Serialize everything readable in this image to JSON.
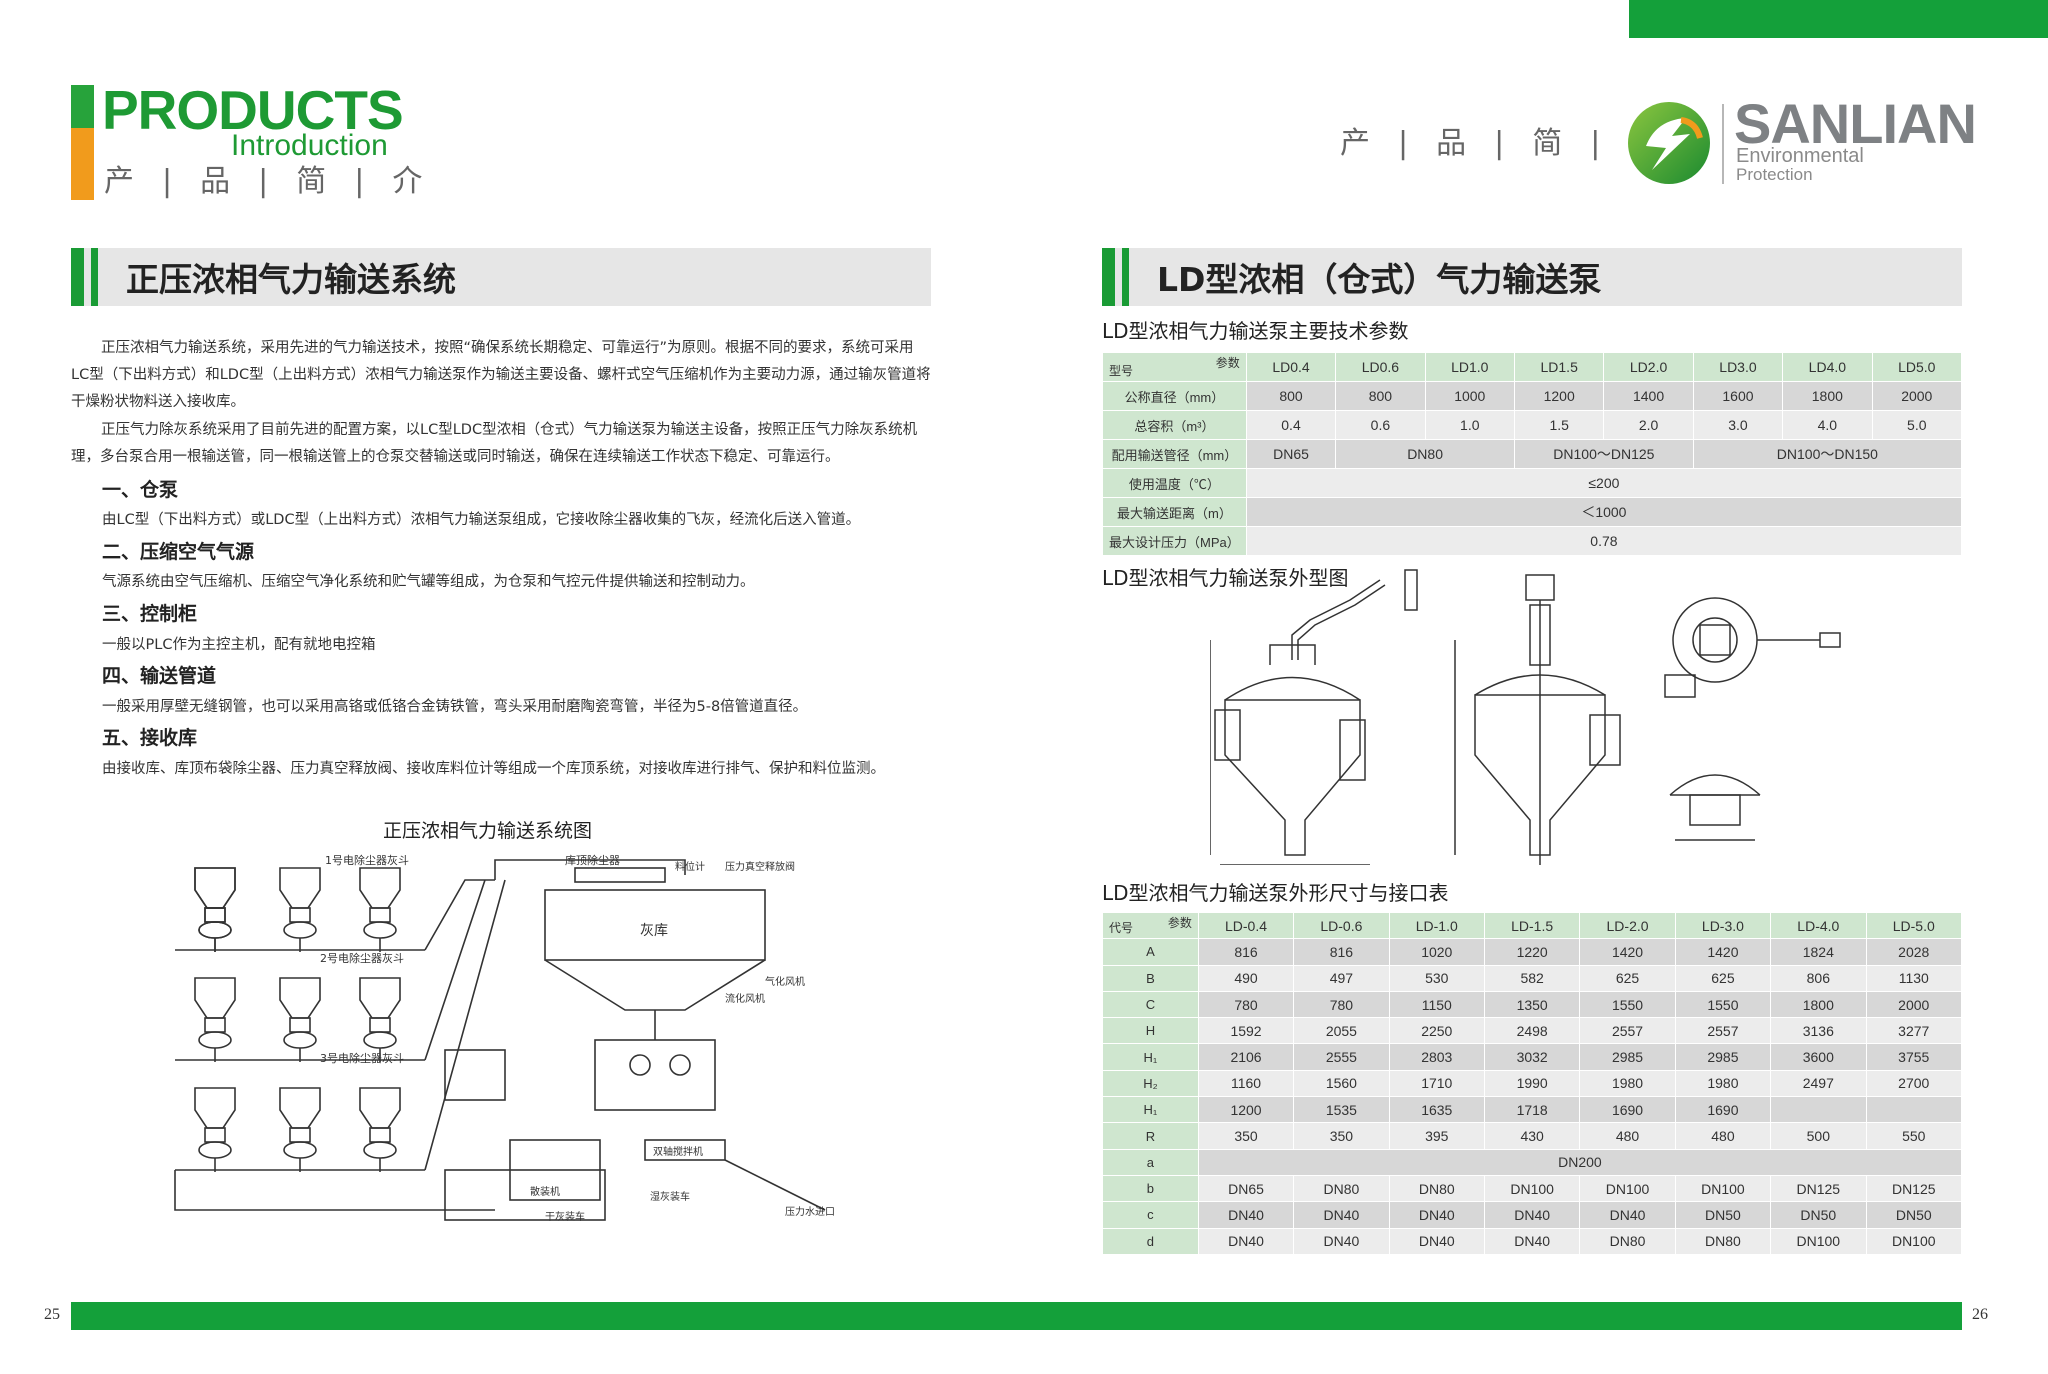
{
  "header_left": {
    "products": "PRODUCTS",
    "introduction": "Introduction",
    "cn_title": "产|品|简|介"
  },
  "header_right": {
    "cn_title": "产|品|简|介",
    "brand": "SANLIAN",
    "brand_line1": "Environmental",
    "brand_line2": "Protection"
  },
  "left": {
    "section_title": "正压浓相气力输送系统",
    "para1": "正压浓相气力输送系统，采用先进的气力输送技术，按照“确保系统长期稳定、可靠运行”为原则。根据不同的要求，系统可采用LC型（下出料方式）和LDC型（上出料方式）浓相气力输送泵作为输送主要设备、螺杆式空气压缩机作为主要动力源，通过输灰管道将干燥粉状物料送入接收库。",
    "para2": "正压气力除灰系统采用了目前先进的配置方案，以LC型LDC型浓相（仓式）气力输送泵为输送主设备，按照正压气力除灰系统机理，多台泵合用一根输送管，同一根输送管上的仓泵交替输送或同时输送，确保在连续输送工作状态下稳定、可靠运行。",
    "items": [
      {
        "heading": "一、仓泵",
        "text": "由LC型（下出料方式）或LDC型（上出料方式）浓相气力输送泵组成，它接收除尘器收集的飞灰，经流化后送入管道。"
      },
      {
        "heading": "二、压缩空气气源",
        "text": "气源系统由空气压缩机、压缩空气净化系统和贮气罐等组成，为仓泵和气控元件提供输送和控制动力。"
      },
      {
        "heading": "三、控制柜",
        "text": "一般以PLC作为主控主机，配有就地电控箱"
      },
      {
        "heading": "四、输送管道",
        "text": "一般采用厚壁无缝钢管，也可以采用高铬或低铬合金铸铁管，弯头采用耐磨陶瓷弯管，半径为5-8倍管道直径。"
      },
      {
        "heading": "五、接收库",
        "text": "由接收库、库顶布袋除尘器、压力真空释放阀、接收库料位计等组成一个库顶系统，对接收库进行排气、保护和料位监测。"
      }
    ],
    "diagram_title": "正压浓相气力输送系统图",
    "diagram_labels": {
      "row1": "1号电除尘器灰斗",
      "row2": "2号电除尘器灰斗",
      "row3": "3号电除尘器灰斗",
      "bag": "库顶除尘器",
      "silo": "灰库",
      "level": "料位计",
      "pressure": "压力真空释放阀",
      "fluid": "流化风机",
      "unload": "散装机",
      "mix": "双轴搅拌机",
      "dry": "干灰装车",
      "wet": "湿灰装车",
      "water": "压力水进口",
      "fan": "气化风机"
    }
  },
  "right": {
    "section_title": "LD型浓相（仓式）气力输送泵",
    "params_title": "LD型浓相气力输送泵主要技术参数",
    "params_table": {
      "corner_param": "参数",
      "corner_model": "型号",
      "models": [
        "LD0.4",
        "LD0.6",
        "LD1.0",
        "LD1.5",
        "LD2.0",
        "LD3.0",
        "LD4.0",
        "LD5.0"
      ],
      "diameter_label": "公称直径（mm）",
      "diameter": [
        "800",
        "800",
        "1000",
        "1200",
        "1400",
        "1600",
        "1800",
        "2000"
      ],
      "volume_label": "总容积（m³）",
      "volume": [
        "0.4",
        "0.6",
        "1.0",
        "1.5",
        "2.0",
        "3.0",
        "4.0",
        "5.0"
      ],
      "pipe_label": "配用输送管径（mm）",
      "pipe": [
        "DN65",
        "DN80",
        "DN100～DN125",
        "DN100～DN150"
      ],
      "temp_label": "使用温度（℃）",
      "temp": "≤200",
      "distance_label": "最大输送距离（m）",
      "distance": "＜1000",
      "pressure_label": "最大设计压力（MPa）",
      "pressure": "0.78"
    },
    "outline_title": "LD型浓相气力输送泵外型图",
    "dims_title": "LD型浓相气力输送泵外形尺寸与接口表",
    "dims_table": {
      "corner_param": "参数",
      "corner_code": "代号",
      "models": [
        "LD-0.4",
        "LD-0.6",
        "LD-1.0",
        "LD-1.5",
        "LD-2.0",
        "LD-3.0",
        "LD-4.0",
        "LD-5.0"
      ],
      "rows": [
        {
          "code": "A",
          "vals": [
            "816",
            "816",
            "1020",
            "1220",
            "1420",
            "1420",
            "1824",
            "2028"
          ]
        },
        {
          "code": "B",
          "vals": [
            "490",
            "497",
            "530",
            "582",
            "625",
            "625",
            "806",
            "1130"
          ]
        },
        {
          "code": "C",
          "vals": [
            "780",
            "780",
            "1150",
            "1350",
            "1550",
            "1550",
            "1800",
            "2000"
          ]
        },
        {
          "code": "H",
          "vals": [
            "1592",
            "2055",
            "2250",
            "2498",
            "2557",
            "2557",
            "3136",
            "3277"
          ]
        },
        {
          "code": "H₁",
          "vals": [
            "2106",
            "2555",
            "2803",
            "3032",
            "2985",
            "2985",
            "3600",
            "3755"
          ]
        },
        {
          "code": "H₂",
          "vals": [
            "1160",
            "1560",
            "1710",
            "1990",
            "1980",
            "1980",
            "2497",
            "2700"
          ]
        },
        {
          "code": "H₁",
          "vals": [
            "1200",
            "1535",
            "1635",
            "1718",
            "1690",
            "1690",
            "",
            ""
          ]
        },
        {
          "code": "R",
          "vals": [
            "350",
            "350",
            "395",
            "430",
            "480",
            "480",
            "500",
            "550"
          ]
        }
      ],
      "row_a": {
        "code": "a",
        "val": "DN200"
      },
      "rows_after": [
        {
          "code": "b",
          "vals": [
            "DN65",
            "DN80",
            "DN80",
            "DN100",
            "DN100",
            "DN100",
            "DN125",
            "DN125"
          ]
        },
        {
          "code": "c",
          "vals": [
            "DN40",
            "DN40",
            "DN40",
            "DN40",
            "DN40",
            "DN50",
            "DN50",
            "DN50"
          ]
        },
        {
          "code": "d",
          "vals": [
            "DN40",
            "DN40",
            "DN40",
            "DN40",
            "DN80",
            "DN80",
            "DN100",
            "DN100"
          ]
        }
      ]
    }
  },
  "page_left": "25",
  "page_right": "26",
  "colors": {
    "green": "#14a03a",
    "orange": "#f19b1c",
    "table_green": "#cfe6cf",
    "gray": "#d7d7d7"
  }
}
